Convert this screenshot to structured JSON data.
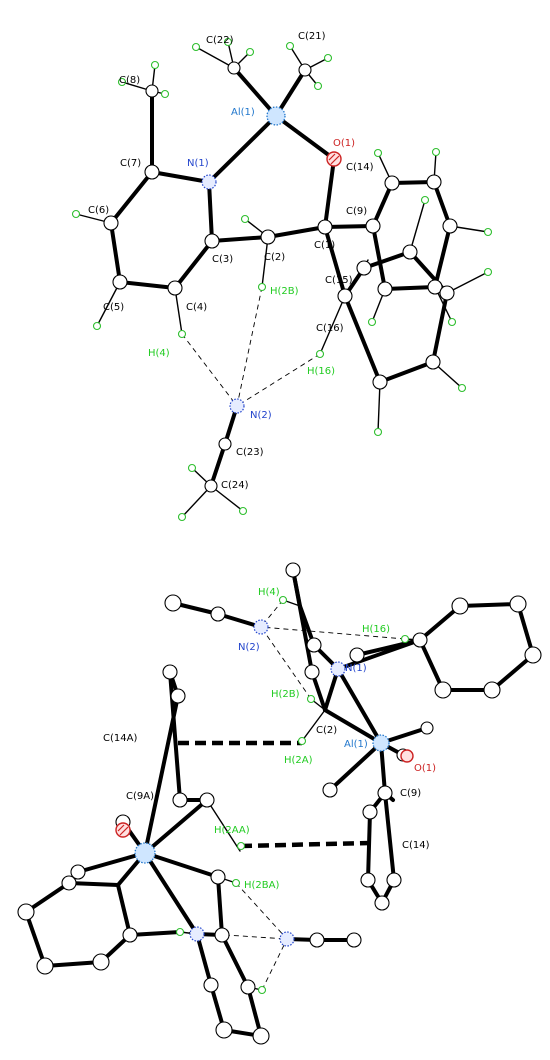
{
  "colors": {
    "carbon": "#000000",
    "hydrogen_label": "#22cc22",
    "nitrogen": "#2244cc",
    "oxygen": "#cc2222",
    "aluminium": "#2277cc"
  },
  "top_labels": {
    "c22": "C(22)",
    "c21": "C(21)",
    "c8": "C(8)",
    "al1": "Al(1)",
    "o1": "O(1)",
    "n1": "N(1)",
    "c7": "C(7)",
    "c14": "C(14)",
    "c6": "C(6)",
    "c9": "C(9)",
    "c3": "C(3)",
    "c2": "C(2)",
    "c1": "C(1)",
    "c15": "C(15)",
    "c5": "C(5)",
    "c4": "C(4)",
    "h2b": "H(2B)",
    "c16": "C(16)",
    "h4": "H(4)",
    "h16": "H(16)",
    "n2": "N(2)",
    "c23": "C(23)",
    "c24": "C(24)"
  },
  "bottom_labels": {
    "h4": "H(4)",
    "h16": "H(16)",
    "n2": "N(2)",
    "n1": "N(1)",
    "h2b": "H(2B)",
    "c14a": "C(14A)",
    "c2": "C(2)",
    "al1": "Al(1)",
    "h2a": "H(2A)",
    "o1": "O(1)",
    "c9a": "C(9A)",
    "c9": "C(9)",
    "h2aa": "H(2AA)",
    "c14": "C(14)",
    "h2ba": "H(2BA)"
  }
}
